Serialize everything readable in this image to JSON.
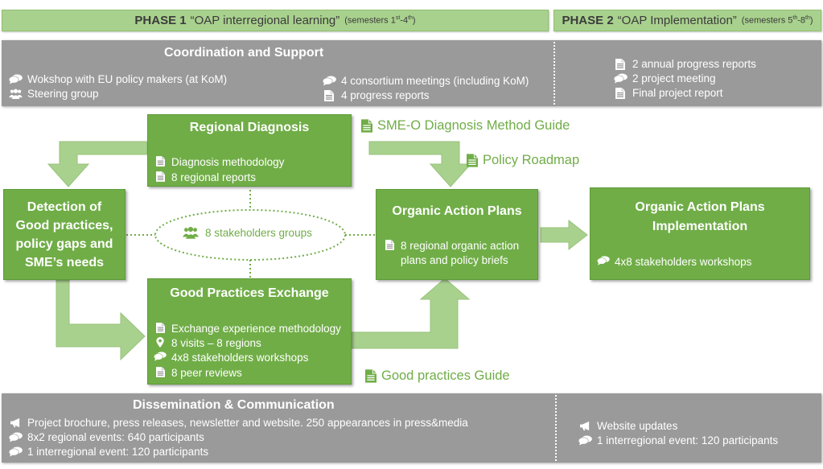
{
  "phase1": {
    "label": "PHASE 1",
    "title": "“OAP interregional learning”",
    "sem_prefix": "(semesters 1",
    "sem_sup1": "st",
    "sem_mid": "-4",
    "sem_sup2": "th",
    "sem_suffix": ")"
  },
  "phase2": {
    "label": "PHASE 2",
    "title": "“OAP Implementation”",
    "sem_prefix": "(semesters 5",
    "sem_sup1": "th",
    "sem_mid": "-8",
    "sem_sup2": "th",
    "sem_suffix": ")"
  },
  "coordination": {
    "title": "Coordination and Support",
    "left": [
      "Wokshop with EU policy makers (at KoM)",
      "Steering group"
    ],
    "middle": [
      "4 consortium meetings (including KoM)",
      "4 progress reports"
    ],
    "right": [
      "2 annual progress reports",
      "2 project meeting",
      "Final project report"
    ]
  },
  "regional_diagnosis": {
    "title": "Regional Diagnosis",
    "items": [
      "Diagnosis methodology",
      "8 regional reports"
    ]
  },
  "detection": {
    "title_lines": [
      "Detection of",
      "Good practices,",
      "policy gaps and",
      "SME’s needs"
    ]
  },
  "stakeholders": {
    "label": "8 stakeholders groups"
  },
  "good_practices_exchange": {
    "title": "Good Practices Exchange",
    "items": [
      "Exchange experience methodology",
      "8 visits – 8 regions",
      "4x8 stakeholders workshops",
      "8 peer reviews"
    ]
  },
  "organic_action_plans": {
    "title": "Organic Action Plans",
    "items": [
      "8 regional organic action",
      "plans and policy briefs"
    ]
  },
  "oap_implementation": {
    "title_lines": [
      "Organic Action Plans",
      "Implementation"
    ],
    "items": [
      "4x8 stakeholders workshops"
    ]
  },
  "outputs": {
    "sme_guide": "SME-O Diagnosis Method Guide",
    "policy_roadmap": "Policy Roadmap",
    "gp_guide": "Good practices Guide"
  },
  "dissemination": {
    "title": "Dissemination & Communication",
    "left": [
      "Project brochure, press releases, newsletter and website. 250 appearances in press&media",
      "8x2 regional events: 640 participants",
      "1 interregional event: 120 participants"
    ],
    "right": [
      "Website updates",
      "1 interregional event: 120 participants"
    ]
  },
  "colors": {
    "green": "#70ad47",
    "light_green": "#a9d18e",
    "arrow_green": "#a9d18e",
    "gray": "#9a9a9a"
  }
}
